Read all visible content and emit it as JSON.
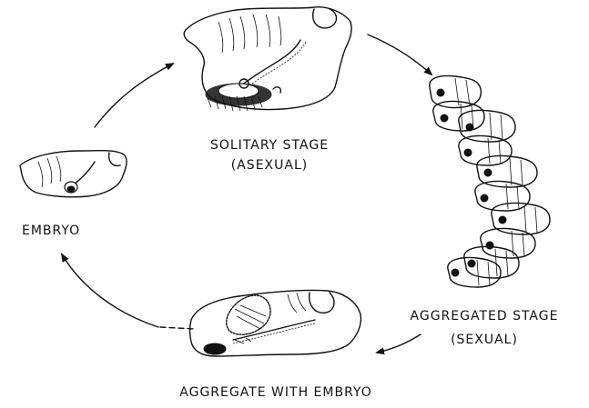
{
  "labels": {
    "solitary_line1": "SOLITARY STAGE",
    "solitary_line2": "(ASEXUAL)",
    "aggregated_line1": "AGGREGATED STAGE",
    "aggregated_line2": "(SEXUAL)",
    "embryo": "EMBRYO",
    "aggregate_with_embryo": "AGGREGATE WITH EMBRYO"
  },
  "colors": {
    "ink": "#111111",
    "background": "#ffffff"
  }
}
